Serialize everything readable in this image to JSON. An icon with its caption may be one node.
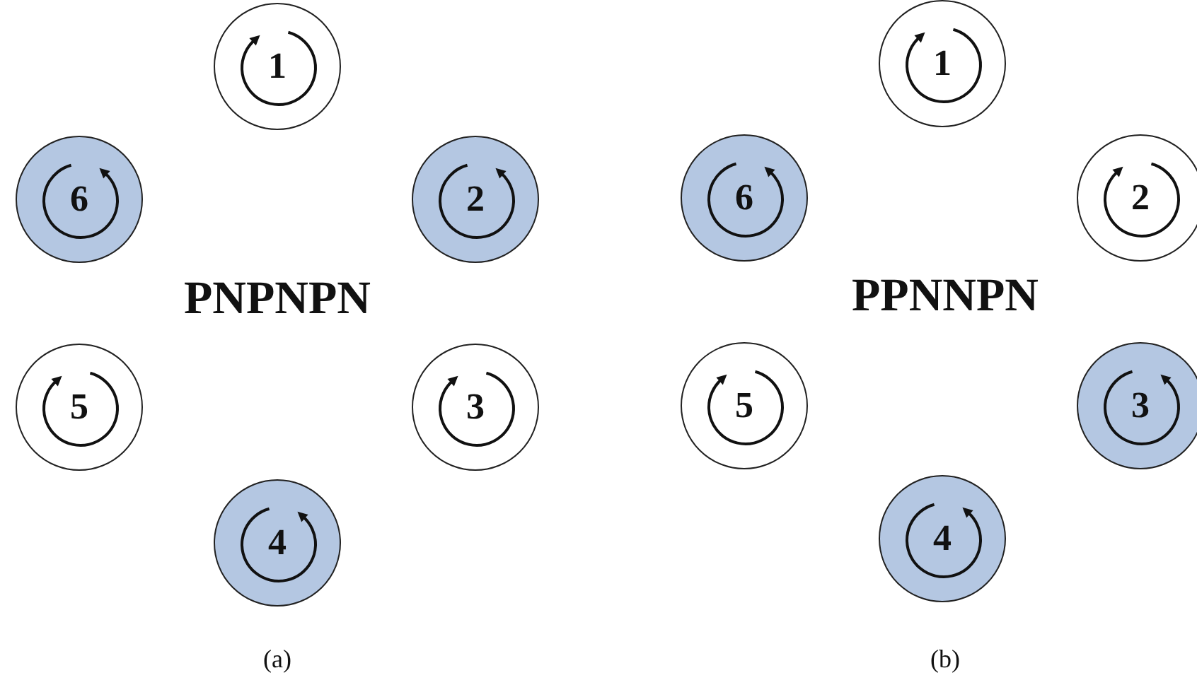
{
  "diagram": {
    "nodes": [
      {
        "text": [
          "1"
        ]
      },
      {
        "text": [
          "2"
        ]
      },
      {
        "text": [
          "3"
        ]
      },
      {
        "text": [
          "4"
        ]
      },
      {
        "text": [
          "5"
        ]
      },
      {
        "text": [
          "6"
        ]
      },
      {
        "text": [
          "1"
        ]
      },
      {
        "text": [
          "2"
        ]
      },
      {
        "text": [
          "3"
        ]
      },
      {
        "text": [
          "4"
        ]
      },
      {
        "text": [
          "5"
        ]
      },
      {
        "text": [
          "6"
        ]
      }
    ],
    "labels": [
      "PNPNPN",
      "PPNNPN",
      "(a)",
      "(b)"
    ]
  }
}
